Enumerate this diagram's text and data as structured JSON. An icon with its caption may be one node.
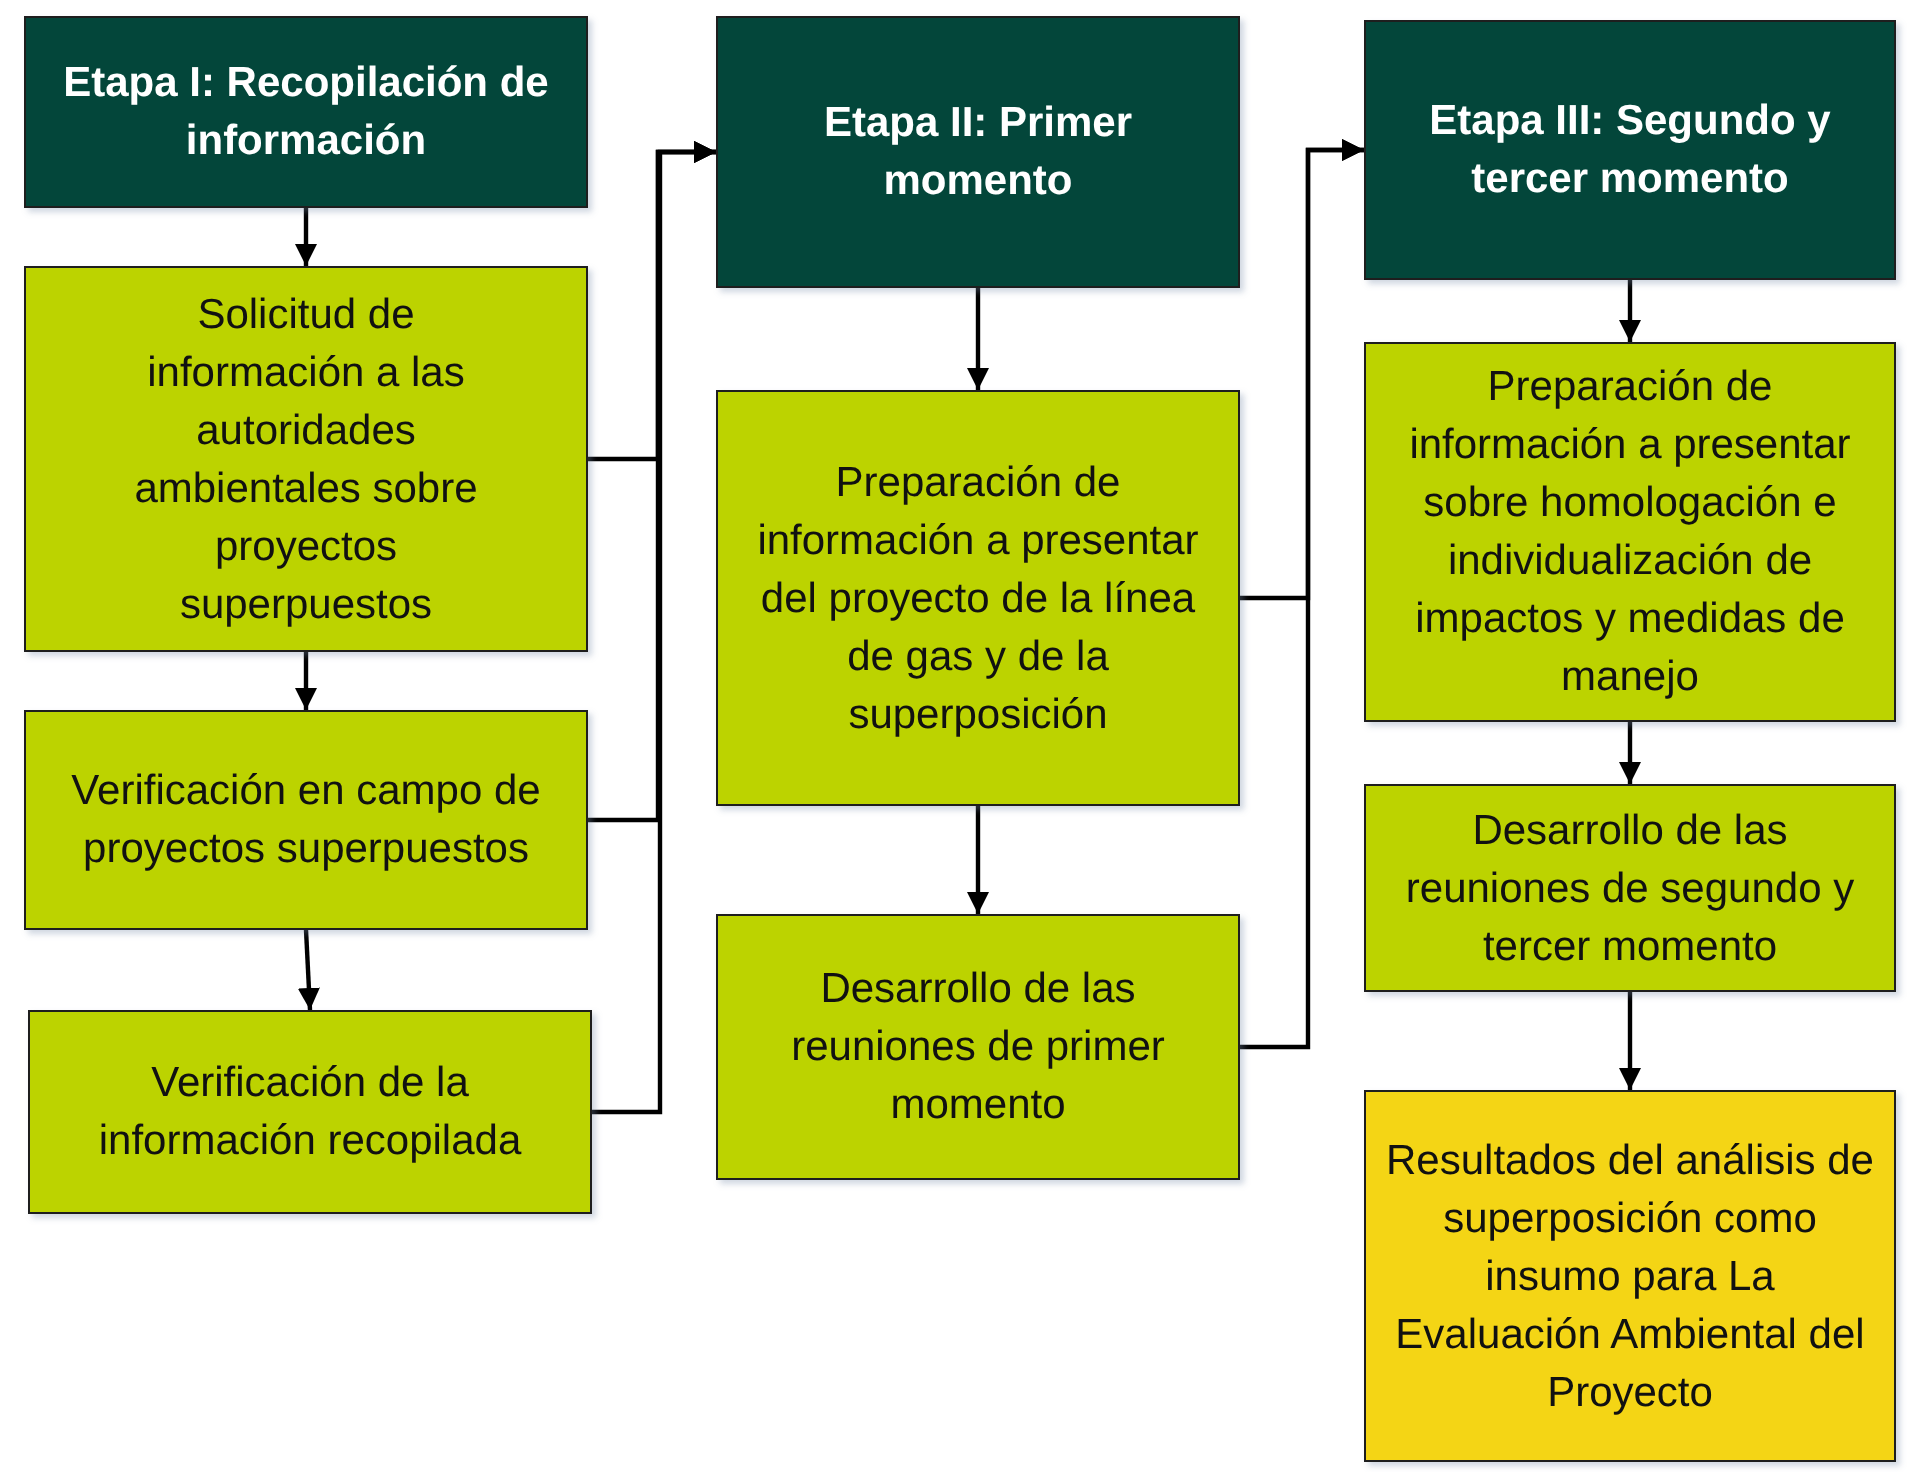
{
  "diagram": {
    "nodes": [
      {
        "text": [
          "Etapa I: Recopilación de información"
        ]
      },
      {
        "text": [
          "Solicitud de información a las autoridades ambientales sobre proyectos superpuestos"
        ]
      },
      {
        "text": [
          "Verificación en campo de proyectos superpuestos"
        ]
      },
      {
        "text": [
          "Verificación de la información recopilada"
        ]
      },
      {
        "text": [
          "Etapa II: Primer momento"
        ]
      },
      {
        "text": [
          "Preparación de información a presentar del proyecto de la línea de gas y de la superposición"
        ]
      },
      {
        "text": [
          "Desarrollo de las reuniones de primer momento"
        ]
      },
      {
        "text": [
          "Etapa III: Segundo y tercer momento"
        ]
      },
      {
        "text": [
          "Preparación de información a presentar sobre homologación e individualización de impactos y medidas de manejo"
        ]
      },
      {
        "text": [
          "Desarrollo de las reuniones de segundo y tercer momento"
        ]
      },
      {
        "text": [
          "Resultados del análisis de superposición como insumo para La Evaluación Ambiental del Proyecto"
        ]
      }
    ],
    "edges": [
      {
        "from": 0,
        "to": 1,
        "arrow": "to"
      },
      {
        "from": 1,
        "to": 2,
        "arrow": "to"
      },
      {
        "from": 2,
        "to": 3,
        "arrow": "to"
      },
      {
        "from": 1,
        "to": 4,
        "arrow": "to"
      },
      {
        "from": 2,
        "to": 4,
        "arrow": "to"
      },
      {
        "from": 3,
        "to": 4,
        "arrow": "to"
      },
      {
        "from": 4,
        "to": 5,
        "arrow": "to"
      },
      {
        "from": 5,
        "to": 6,
        "arrow": "to"
      },
      {
        "from": 5,
        "to": 7,
        "arrow": "to"
      },
      {
        "from": 6,
        "to": 7,
        "arrow": "to"
      },
      {
        "from": 7,
        "to": 8,
        "arrow": "to"
      },
      {
        "from": 8,
        "to": 9,
        "arrow": "to"
      },
      {
        "from": 9,
        "to": 10,
        "arrow": "to"
      }
    ]
  }
}
